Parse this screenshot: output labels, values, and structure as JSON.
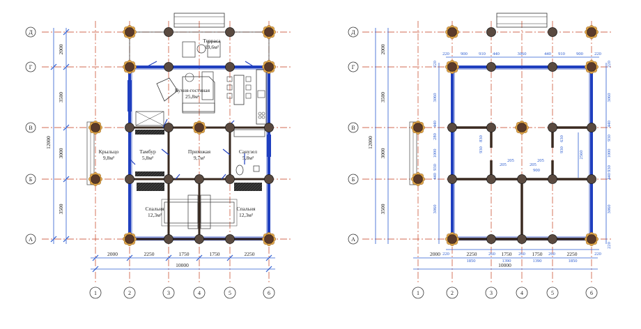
{
  "left_plan": {
    "axes_letters": [
      "Д",
      "Г",
      "В",
      "Б",
      "А"
    ],
    "axes_numbers": [
      "1",
      "2",
      "3",
      "4",
      "5",
      "6"
    ],
    "row_dims": [
      "2000",
      "3500",
      "3000",
      "3500"
    ],
    "row_total": "12000",
    "col_dims": [
      "2000",
      "2250",
      "1750",
      "1750",
      "2250"
    ],
    "col_total": "10000",
    "rooms": [
      {
        "name": "Терраса",
        "area": "19,6м²"
      },
      {
        "name": "Кухня-гостиная",
        "area": "25,8м²"
      },
      {
        "name": "Крыльцо",
        "area": "9,8м²"
      },
      {
        "name": "Тамбур",
        "area": "5,8м²"
      },
      {
        "name": "Прихожая",
        "area": "9,7м²"
      },
      {
        "name": "Санузел",
        "area": "5,8м²"
      },
      {
        "name": "Спальня",
        "area": "12,3м²"
      },
      {
        "name": "Спальня",
        "area": "12,3м²"
      }
    ]
  },
  "right_plan": {
    "axes_letters": [
      "Д",
      "Г",
      "В",
      "Б",
      "А"
    ],
    "axes_numbers": [
      "1",
      "2",
      "3",
      "4",
      "5",
      "6"
    ],
    "row_dims": [
      "2000",
      "3500",
      "3000",
      "3500"
    ],
    "row_total": "12000",
    "col_dims": [
      "2000",
      "2250",
      "1750",
      "1750",
      "2250"
    ],
    "col_total": "10000",
    "top_dims": [
      "220",
      "900",
      "910",
      "440",
      "3060",
      "440",
      "910",
      "900",
      "220"
    ],
    "bottom_dims": [
      "220",
      "1850",
      "260",
      "1390",
      "260",
      "1390",
      "260",
      "1850",
      "220"
    ],
    "left_inner_dims": [
      "220",
      "3060",
      "440",
      "280",
      "1000",
      "930",
      "440",
      "3060"
    ],
    "right_inner_dims": [
      "220",
      "3060",
      "440",
      "930",
      "1000",
      "930",
      "440",
      "3060",
      "220"
    ],
    "middle_dims": [
      "930",
      "930",
      "830",
      "630",
      "205",
      "205",
      "205",
      "205",
      "900",
      "2560"
    ]
  }
}
